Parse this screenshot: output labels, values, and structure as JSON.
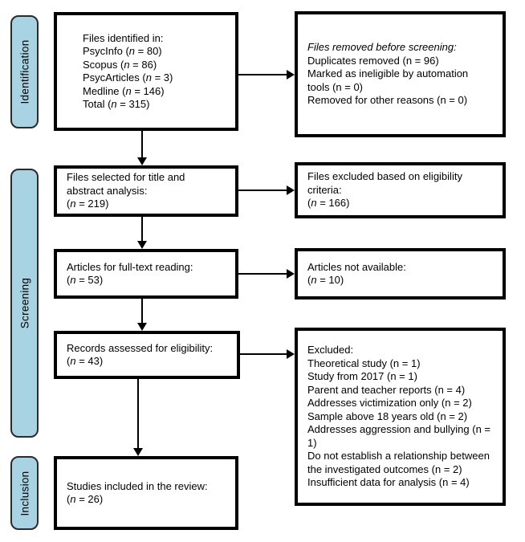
{
  "colors": {
    "stage_fill": "#a8d3e2",
    "stage_border": "#2b2b2b",
    "box_border": "#000000",
    "arrow": "#000000",
    "background": "#ffffff",
    "text": "#000000"
  },
  "stages": {
    "identification": {
      "label": "Identification"
    },
    "screening": {
      "label": "Screening"
    },
    "inclusion": {
      "label": "Inclusion"
    }
  },
  "boxes": {
    "identified": {
      "lines": [
        [
          {
            "t": "Files identified in:"
          }
        ],
        [
          {
            "t": "PsycInfo ("
          },
          {
            "t": "n",
            "i": true
          },
          {
            "t": " = 80)"
          }
        ],
        [
          {
            "t": "Scopus ("
          },
          {
            "t": "n",
            "i": true
          },
          {
            "t": " = 86)"
          }
        ],
        [
          {
            "t": "PsycArticles ("
          },
          {
            "t": "n",
            "i": true
          },
          {
            "t": " = 3)"
          }
        ],
        [
          {
            "t": "Medline ("
          },
          {
            "t": "n",
            "i": true
          },
          {
            "t": " = 146)"
          }
        ],
        [
          {
            "t": "Total ("
          },
          {
            "t": "n",
            "i": true
          },
          {
            "t": " = 315)"
          }
        ]
      ]
    },
    "removed": {
      "lines": [
        [
          {
            "t": "Files removed before screening:",
            "i": true
          }
        ],
        [
          {
            "t": "Duplicates removed (n = 96)"
          }
        ],
        [
          {
            "t": "Marked as ineligible by automation"
          }
        ],
        [
          {
            "t": "tools (n = 0)"
          }
        ],
        [
          {
            "t": "Removed for other reasons (n = 0)"
          }
        ]
      ]
    },
    "title_abstract": {
      "lines": [
        [
          {
            "t": "Files selected for title and"
          }
        ],
        [
          {
            "t": "abstract analysis:"
          }
        ],
        [
          {
            "t": "("
          },
          {
            "t": "n",
            "i": true
          },
          {
            "t": " = 219)"
          }
        ]
      ]
    },
    "excluded_eligibility": {
      "lines": [
        [
          {
            "t": "Files excluded based on eligibility"
          }
        ],
        [
          {
            "t": "criteria:"
          }
        ],
        [
          {
            "t": "("
          },
          {
            "t": "n",
            "i": true
          },
          {
            "t": " = 166)"
          }
        ]
      ]
    },
    "full_text": {
      "lines": [
        [
          {
            "t": "Articles for full-text reading:"
          }
        ],
        [
          {
            "t": "("
          },
          {
            "t": "n",
            "i": true
          },
          {
            "t": " = 53)"
          }
        ]
      ]
    },
    "not_available": {
      "lines": [
        [
          {
            "t": "Articles not available:"
          }
        ],
        [
          {
            "t": "("
          },
          {
            "t": "n",
            "i": true
          },
          {
            "t": " = 10)"
          }
        ]
      ]
    },
    "assessed": {
      "lines": [
        [
          {
            "t": "Records assessed for eligibility:"
          }
        ],
        [
          {
            "t": "("
          },
          {
            "t": "n",
            "i": true
          },
          {
            "t": " = 43)"
          }
        ]
      ]
    },
    "excluded_reasons": {
      "lines": [
        [
          {
            "t": "Excluded:"
          }
        ],
        [
          {
            "t": "Theoretical study (n = 1)"
          }
        ],
        [
          {
            "t": "Study from 2017 (n = 1)"
          }
        ],
        [
          {
            "t": "Parent and teacher reports (n = 4)"
          }
        ],
        [
          {
            "t": "Addresses victimization only (n = 2)"
          }
        ],
        [
          {
            "t": "Sample above 18 years old (n = 2)"
          }
        ],
        [
          {
            "t": "Addresses aggression and bullying (n ="
          }
        ],
        [
          {
            "t": "1)"
          }
        ],
        [
          {
            "t": "Do not establish a relationship between"
          }
        ],
        [
          {
            "t": "the investigated outcomes (n = 2)"
          }
        ],
        [
          {
            "t": "Insufficient data for analysis (n = 4)"
          }
        ]
      ]
    },
    "included": {
      "lines": [
        [
          {
            "t": "Studies included in the review:"
          }
        ],
        [
          {
            "t": "("
          },
          {
            "t": "n",
            "i": true
          },
          {
            "t": " = 26)"
          }
        ]
      ]
    }
  }
}
